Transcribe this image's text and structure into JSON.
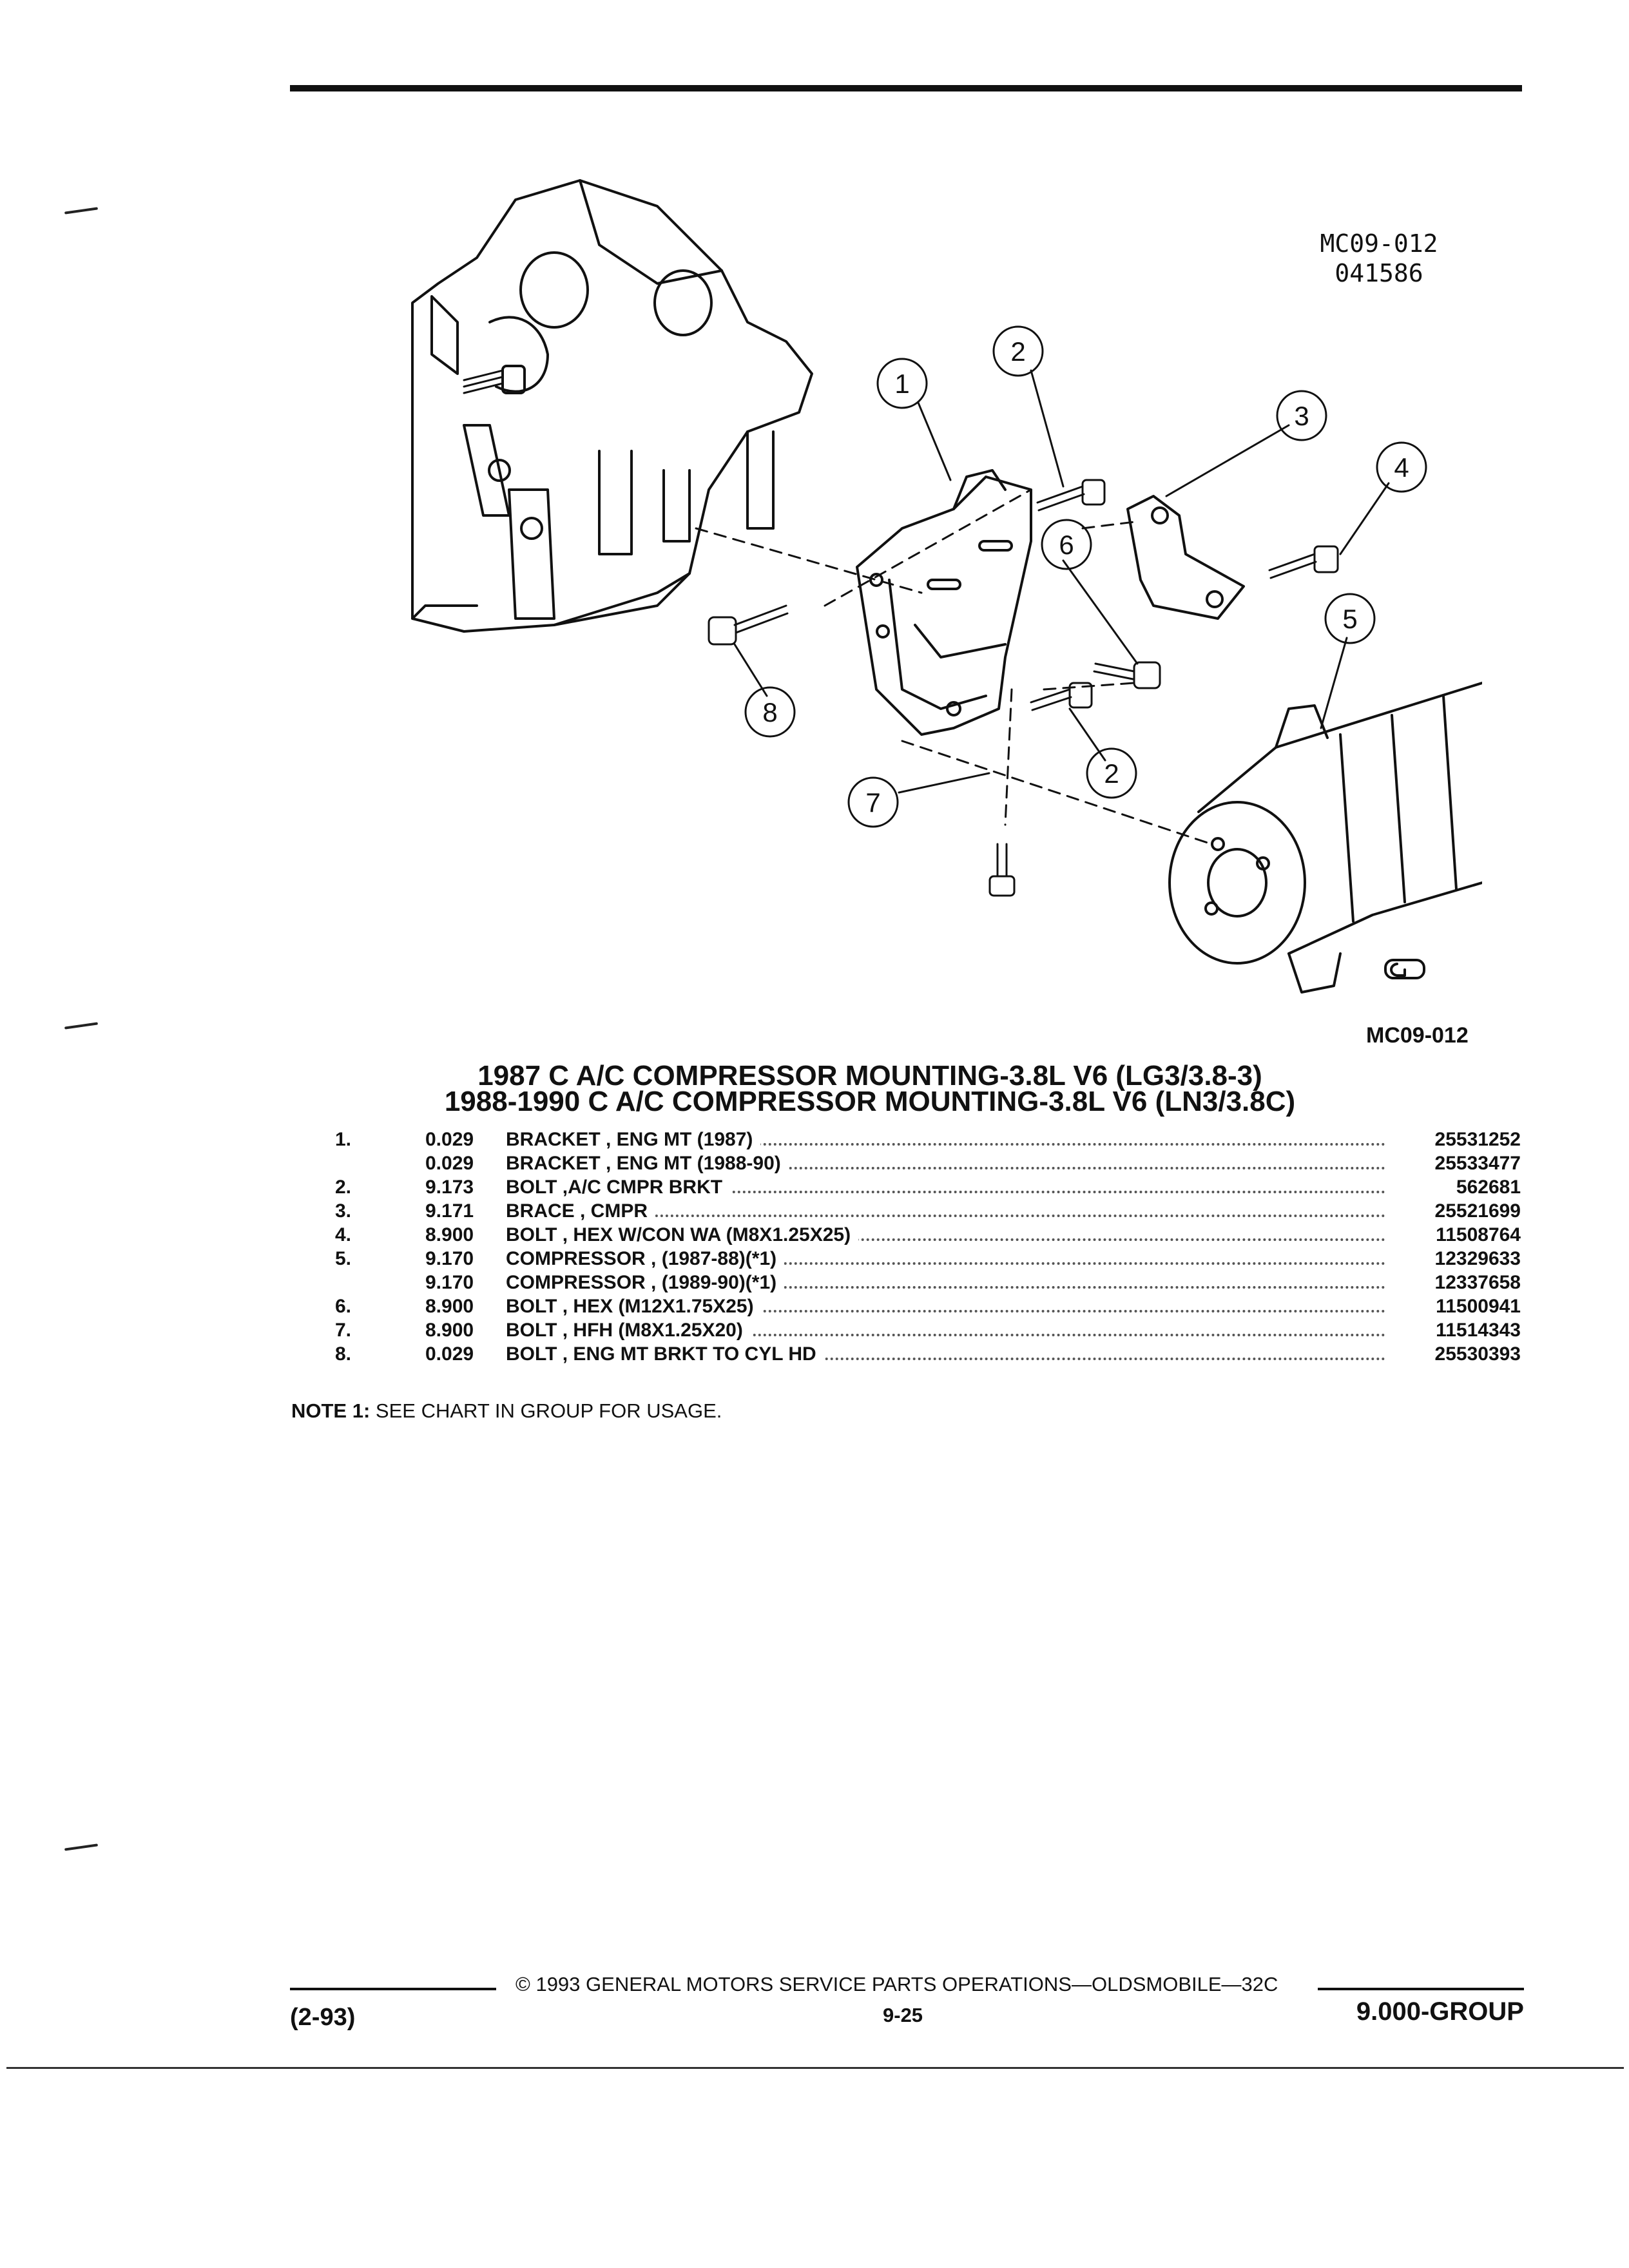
{
  "figure": {
    "code_top_line1": "MC09-012",
    "code_top_line2": "041586",
    "code_bottom": "MC09-012",
    "callouts": [
      "1",
      "2",
      "3",
      "4",
      "5",
      "6",
      "2",
      "7",
      "8"
    ]
  },
  "title": {
    "line1": "1987 C A/C COMPRESSOR MOUNTING-3.8L V6 (LG3/3.8-3)",
    "line2": "1988-1990 C A/C COMPRESSOR MOUNTING-3.8L V6 (LN3/3.8C)"
  },
  "parts": [
    {
      "num": "1.",
      "qty": "0.029",
      "desc": "BRACKET , ENG MT (1987)",
      "pn": "25531252"
    },
    {
      "num": "",
      "qty": "0.029",
      "desc": "BRACKET , ENG MT (1988-90)",
      "pn": "25533477"
    },
    {
      "num": "2.",
      "qty": "9.173",
      "desc": "BOLT ,A/C CMPR BRKT",
      "pn": "562681"
    },
    {
      "num": "3.",
      "qty": "9.171",
      "desc": "BRACE , CMPR",
      "pn": "25521699"
    },
    {
      "num": "4.",
      "qty": "8.900",
      "desc": "BOLT , HEX W/CON WA (M8X1.25X25)",
      "pn": "11508764"
    },
    {
      "num": "5.",
      "qty": "9.170",
      "desc": "COMPRESSOR , (1987-88)(*1)",
      "pn": "12329633"
    },
    {
      "num": "",
      "qty": "9.170",
      "desc": "COMPRESSOR , (1989-90)(*1)",
      "pn": "12337658"
    },
    {
      "num": "6.",
      "qty": "8.900",
      "desc": "BOLT , HEX (M12X1.75X25)",
      "pn": "11500941"
    },
    {
      "num": "7.",
      "qty": "8.900",
      "desc": "BOLT , HFH (M8X1.25X20)",
      "pn": "11514343"
    },
    {
      "num": "8.",
      "qty": "0.029",
      "desc": "BOLT , ENG MT BRKT TO CYL HD",
      "pn": "25530393"
    }
  ],
  "note": {
    "label": "NOTE  1:",
    "text": "SEE CHART IN GROUP FOR USAGE."
  },
  "footer": {
    "copyright": "© 1993 GENERAL MOTORS SERVICE PARTS OPERATIONS—OLDSMOBILE—32C",
    "date": "(2-93)",
    "page": "9-25",
    "group": "9.000-GROUP"
  }
}
